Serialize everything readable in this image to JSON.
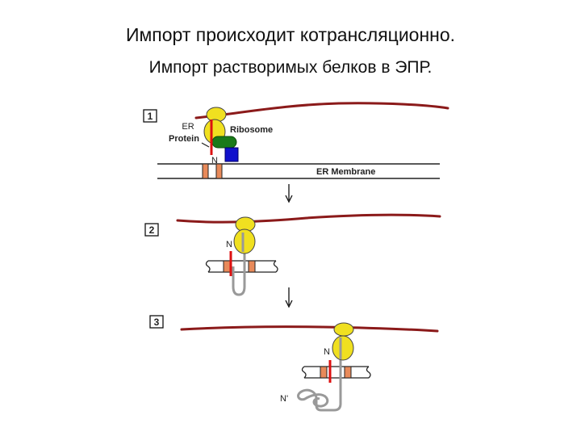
{
  "slide": {
    "title": "Импорт происходит котрансляционно.",
    "subtitle": "Импорт растворимых белков в ЭПР."
  },
  "diagram": {
    "panels": [
      {
        "number": "1",
        "labels": {
          "er_protein_line1": "ER",
          "er_protein_line2": "Protein",
          "ribosome": "Ribosome",
          "n_terminus": "N",
          "membrane": "ER Membrane"
        }
      },
      {
        "number": "2",
        "labels": {
          "n_terminus": "N"
        }
      },
      {
        "number": "3",
        "labels": {
          "n_terminus": "N",
          "n_prime": "N'"
        }
      }
    ],
    "colors": {
      "mrna": "#8b1a1a",
      "ribosome": "#f0e020",
      "signal_sequence": "#dd1111",
      "srp": "#1a7a1a",
      "srp_receptor": "#1111cc",
      "translocon": "#e88a5a",
      "polypeptide": "#999999"
    }
  }
}
